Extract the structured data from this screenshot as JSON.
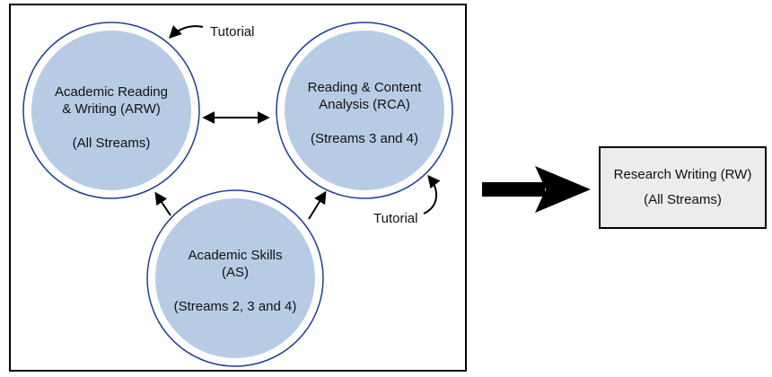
{
  "circles": {
    "arw": {
      "line1": "Academic Reading",
      "line2": "& Writing (ARW)",
      "streams": "(All Streams)"
    },
    "rca": {
      "line1": "Reading & Content",
      "line2": "Analysis (RCA)",
      "streams": "(Streams 3 and 4)"
    },
    "as": {
      "line1": "Academic Skills",
      "line2": "(AS)",
      "streams": "(Streams 2, 3 and 4)"
    }
  },
  "tutorial_labels": {
    "top": "Tutorial",
    "bottom": "Tutorial"
  },
  "rw_box": {
    "line1": "Research Writing (RW)",
    "line2": "(All Streams)"
  },
  "colors": {
    "circle_fill": "#b8cbe4",
    "circle_ring": "#1f3f8f",
    "rw_fill": "#ececec"
  }
}
